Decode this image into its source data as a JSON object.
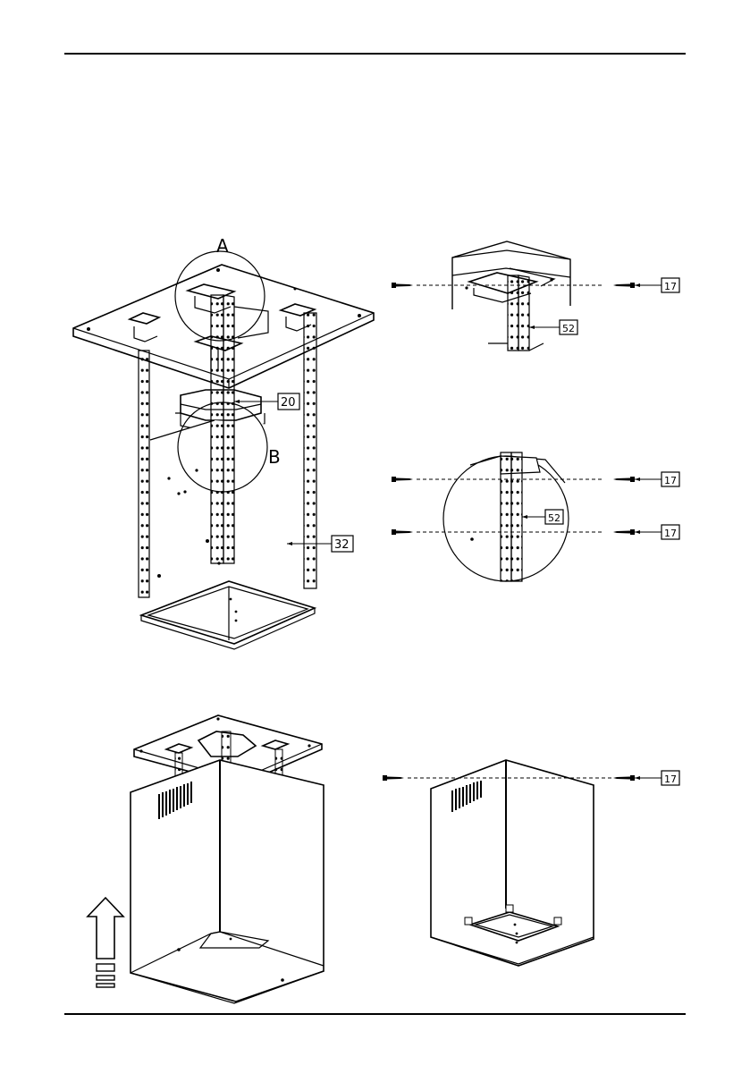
{
  "detail_letters": {
    "a": "A",
    "b": "B"
  },
  "part_numbers": {
    "p17": "17",
    "p20": "20",
    "p32": "32",
    "p52": "52"
  }
}
